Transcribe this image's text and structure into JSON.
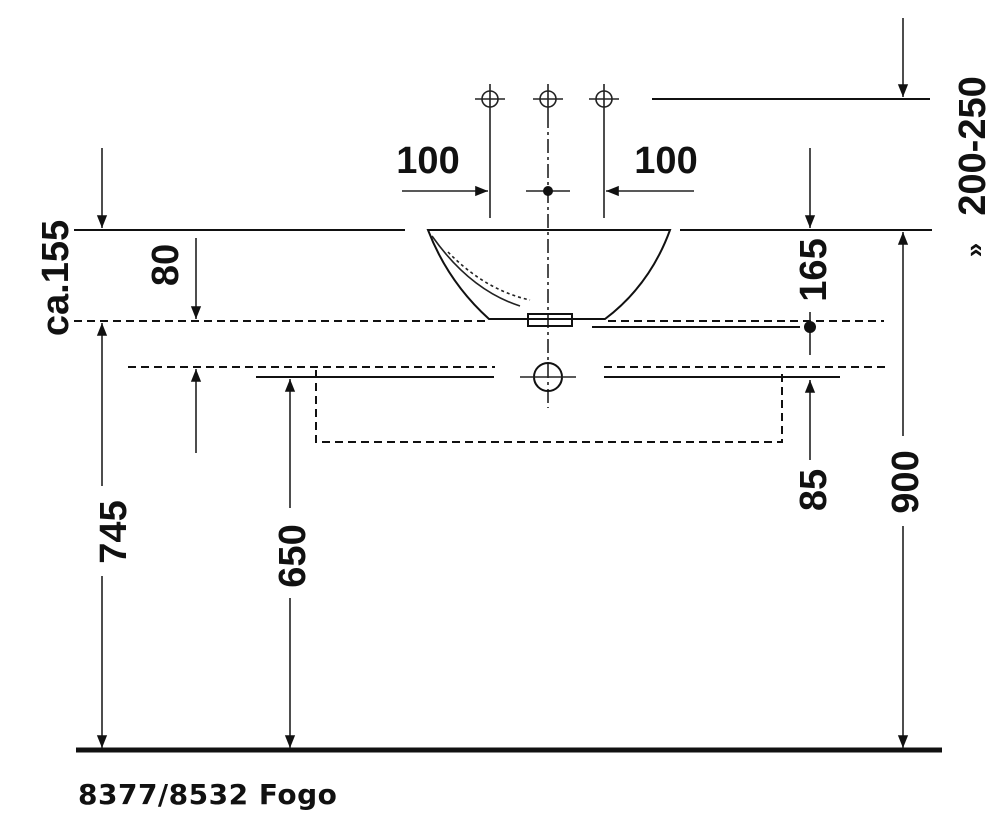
{
  "dimensions": {
    "tap_spacing_left": "100",
    "tap_spacing_right": "100",
    "tap_height_above_rim": "200-250",
    "tap_height_mark": "»",
    "basin_height": "ca.155",
    "bowl_depth": "80",
    "drain_height_below_rim": "165",
    "vanity_top_height": "745",
    "vanity_lower_height": "650",
    "waste_outlet_offset": "85",
    "rim_height": "900"
  },
  "caption": "8377/8532 Fogo"
}
